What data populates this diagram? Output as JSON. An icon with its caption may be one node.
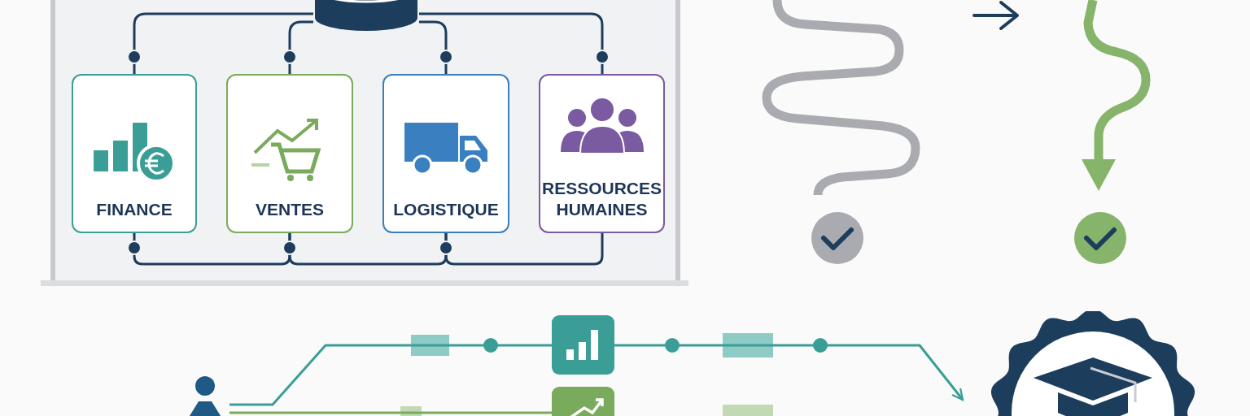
{
  "diagram": {
    "nodes": [
      {
        "text": [],
        "shape": "cylinder"
      },
      {
        "text": [
          "FINANCE"
        ]
      },
      {
        "text": [
          "VENTES"
        ]
      },
      {
        "text": [
          "LOGISTIQUE"
        ]
      },
      {
        "text": [
          "RESSOURCES HUMAINES"
        ]
      },
      {
        "text": [],
        "shape": "person"
      },
      {
        "text": [],
        "shape": "box"
      },
      {
        "text": [],
        "shape": "picture"
      },
      {
        "text": [],
        "shape": "box"
      }
    ],
    "edges": [
      {
        "from": 0,
        "to": 1,
        "arrow": "none"
      },
      {
        "from": 0,
        "to": 2,
        "arrow": "none"
      },
      {
        "from": 0,
        "to": 3,
        "arrow": "none"
      },
      {
        "from": 0,
        "to": 4,
        "arrow": "none"
      },
      {
        "from": 1,
        "to": 2,
        "arrow": "none"
      },
      {
        "from": 2,
        "to": 3,
        "arrow": "none"
      },
      {
        "from": 3,
        "to": 4,
        "arrow": "none"
      },
      {
        "from": 5,
        "to": 6,
        "arrow": "none",
        "color": "#3a9e96"
      },
      {
        "from": 6,
        "to": 7,
        "arrow": "to",
        "color": "#3a9e96"
      },
      {
        "from": 5,
        "to": 8,
        "arrow": "none",
        "color": "#7aab5c"
      }
    ]
  }
}
